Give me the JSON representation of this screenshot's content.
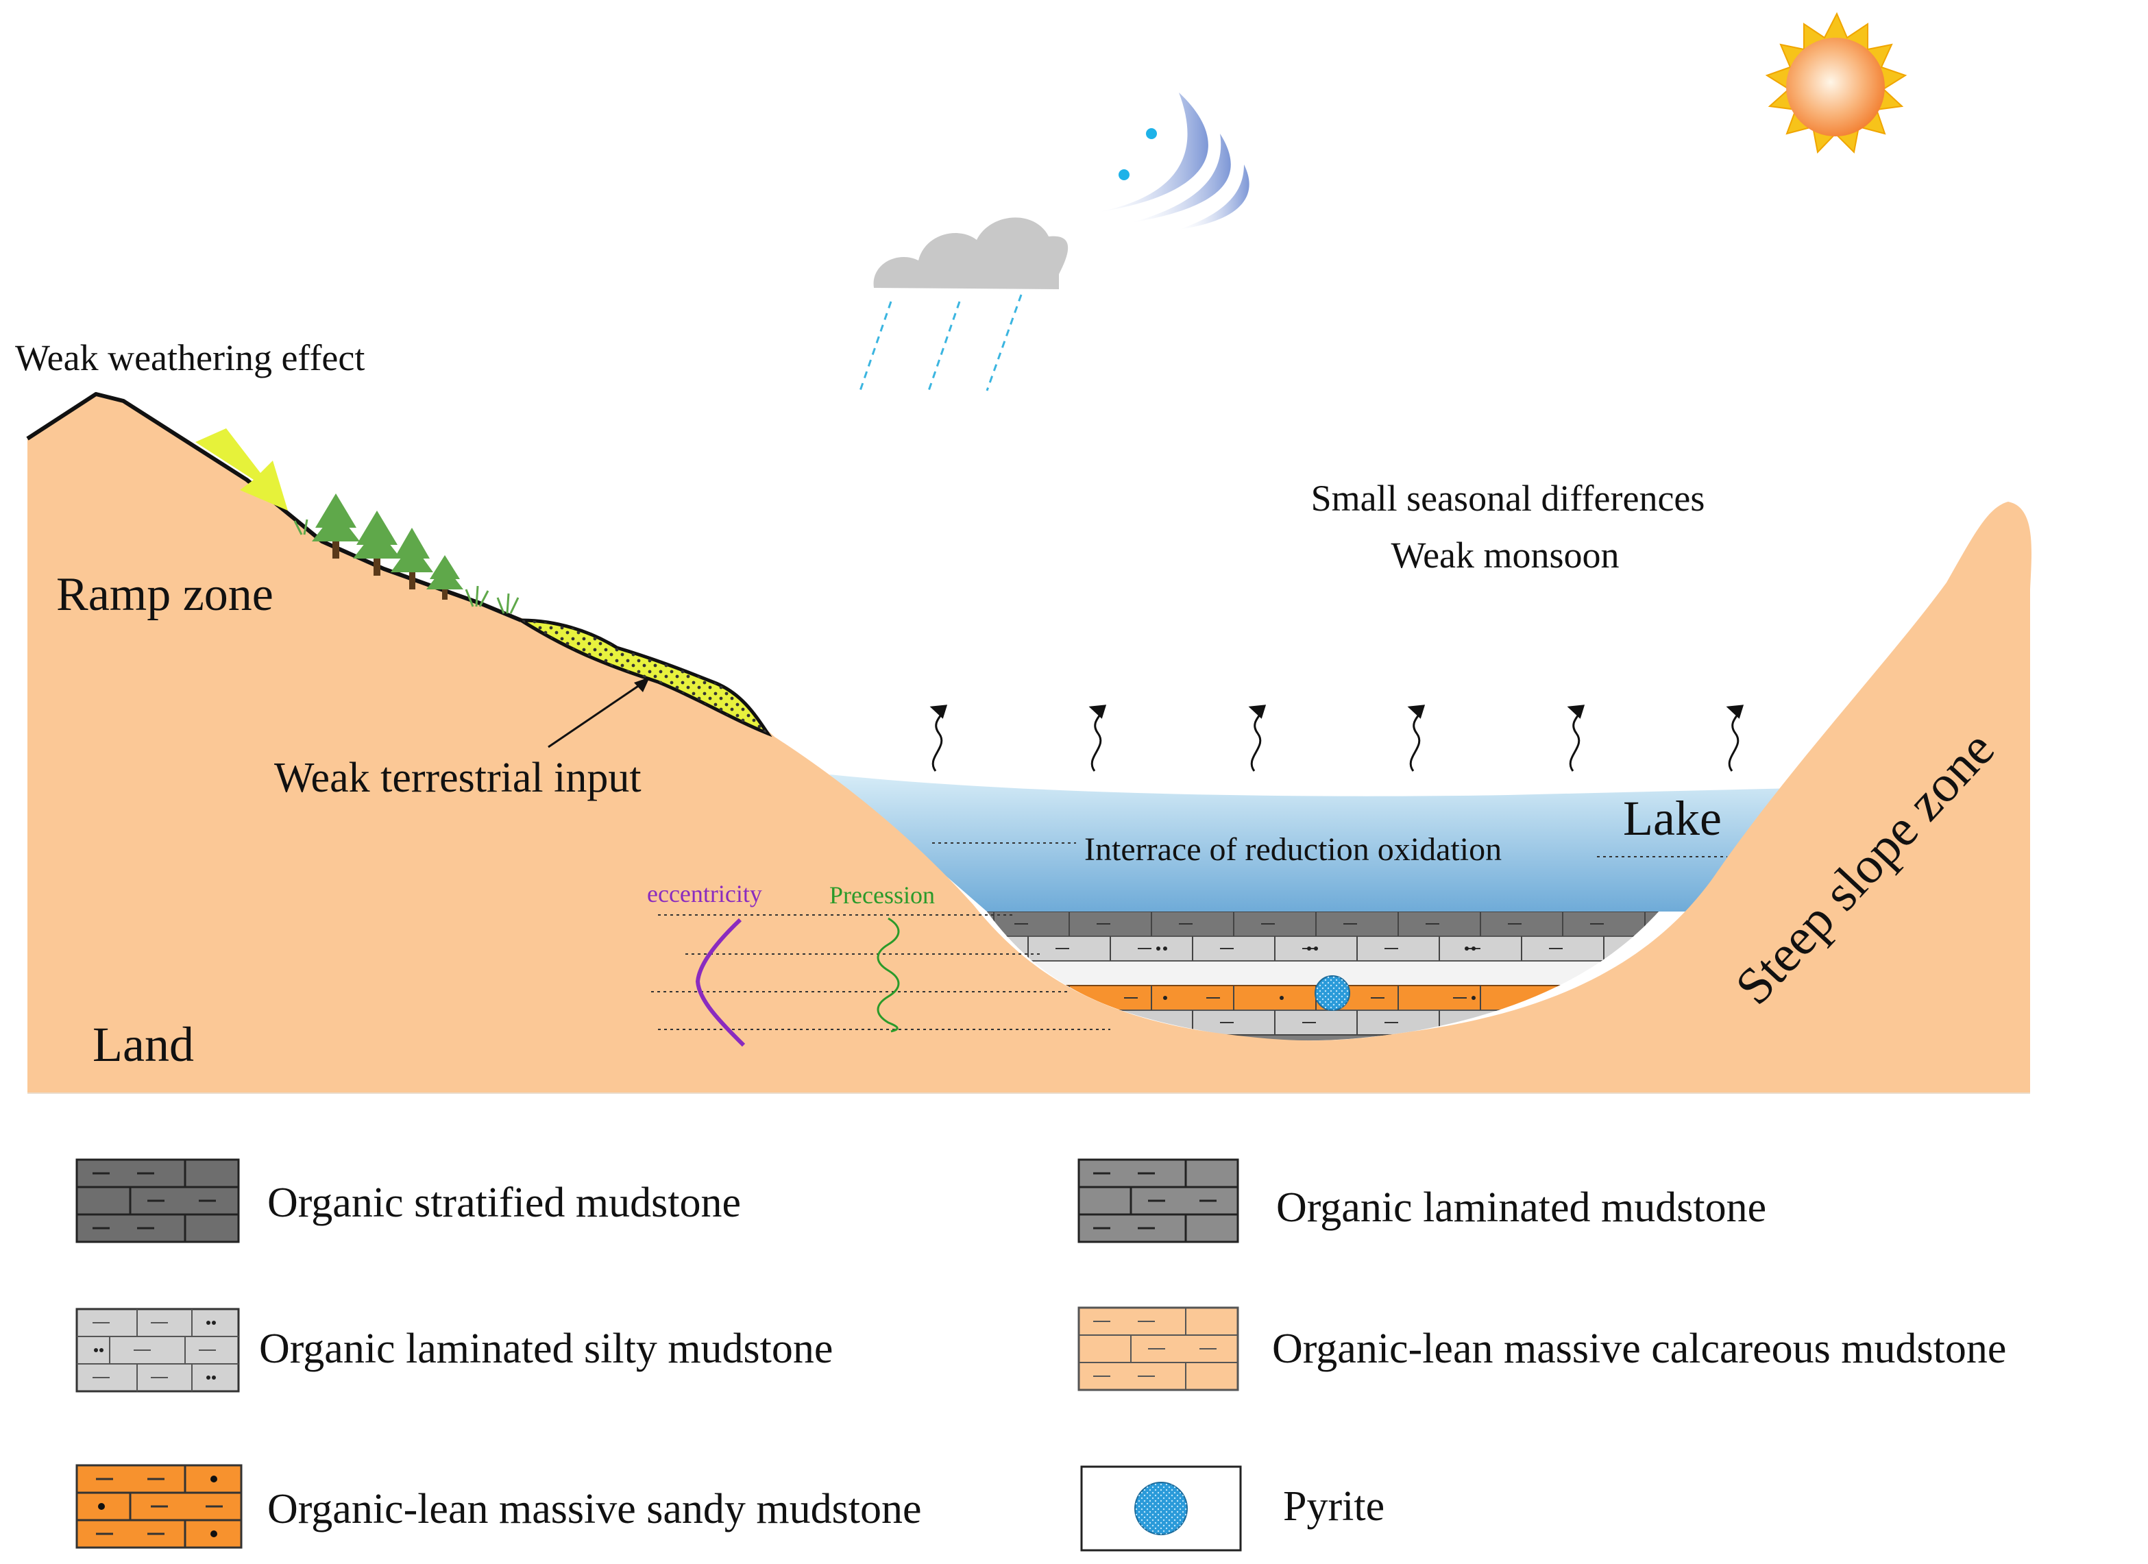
{
  "diagram": {
    "weathering": "Weak weathering effect",
    "ramp_zone": "Ramp zone",
    "land": "Land",
    "terrestrial_input": "Weak terrestrial input",
    "seasonal": "Small seasonal differences",
    "monsoon": "Weak monsoon",
    "lake": "Lake",
    "steep_slope": "Steep slope zone",
    "interface": "Interrace of reduction oxidation",
    "eccentricity": "eccentricity",
    "precession": "Precession"
  },
  "legend": {
    "items": [
      {
        "key": "stratified",
        "label": "Organic stratified mudstone"
      },
      {
        "key": "laminated",
        "label": "Organic laminated mudstone"
      },
      {
        "key": "silty",
        "label": "Organic laminated silty mudstone"
      },
      {
        "key": "calcareous",
        "label": "Organic-lean massive calcareous mudstone"
      },
      {
        "key": "sandy",
        "label": "Organic-lean massive sandy mudstone"
      },
      {
        "key": "pyrite",
        "label": "Pyrite"
      }
    ]
  },
  "colors": {
    "land": "#fbc896",
    "lake_top": "#cfe8f5",
    "lake_bottom": "#7fb6dc",
    "dark_mud": "#6e6e6e",
    "grey_mud": "#8c8c8c",
    "silty_mud": "#d2d2d2",
    "calc_mud": "#fbc896",
    "sandy_mud": "#f7922e",
    "pyrite": "#2a9ad9",
    "eccentricity": "#8a2bbf",
    "precession": "#2a9a2a"
  }
}
